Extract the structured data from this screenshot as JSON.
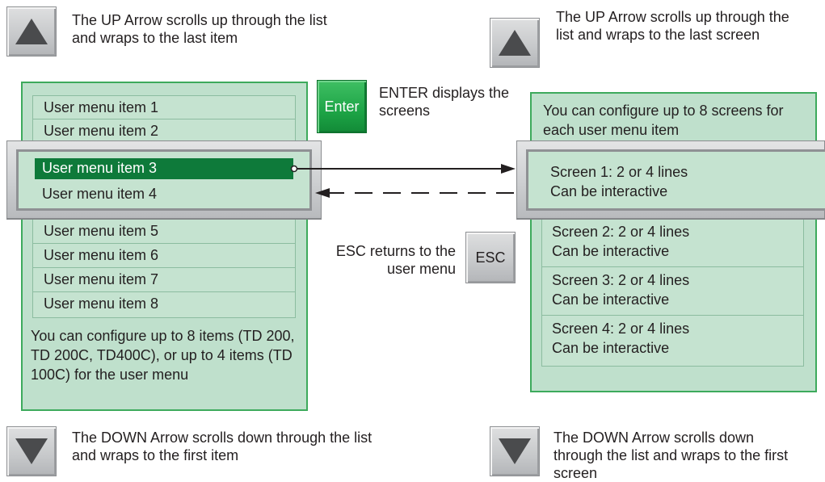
{
  "notes": {
    "up_left": "The UP Arrow scrolls up through the list and wraps to the last item",
    "up_right": "The UP Arrow scrolls up through the list and wraps to the last screen",
    "down_left": "The DOWN Arrow scrolls down through the list and wraps to the first item",
    "down_right": "The DOWN Arrow scrolls down through the list and wraps to the first screen",
    "enter": "ENTER displays the screens",
    "esc": "ESC returns to the user menu",
    "left_panel_caption": "You can configure up to 8 items (TD 200, TD 200C, TD400C), or up to 4  items (TD 100C) for the user menu",
    "right_panel_caption": "You can configure up to 8 screens for each user menu item"
  },
  "buttons": {
    "enter": "Enter",
    "esc": "ESC"
  },
  "menu_items": [
    "User menu item 1",
    "User menu item 2",
    "User menu item 3",
    "User menu item 4",
    "User menu item 5",
    "User menu item 6",
    "User menu item 7",
    "User menu item 8"
  ],
  "screens": [
    {
      "line1": "Screen 1: 2 or 4 lines",
      "line2": "Can be interactive"
    },
    {
      "line1": "Screen 2: 2 or 4 lines",
      "line2": "Can be interactive"
    },
    {
      "line1": "Screen 3: 2 or 4 lines",
      "line2": "Can be interactive"
    },
    {
      "line1": "Screen 4: 2 or 4 lines",
      "line2": "Can be interactive"
    }
  ],
  "colors": {
    "panel_fill": "#bfe0cc",
    "panel_border": "#3daa5c",
    "highlight": "#0e7a3a",
    "enter_button": "#1da446",
    "key_gray": "#c6c8ca"
  }
}
